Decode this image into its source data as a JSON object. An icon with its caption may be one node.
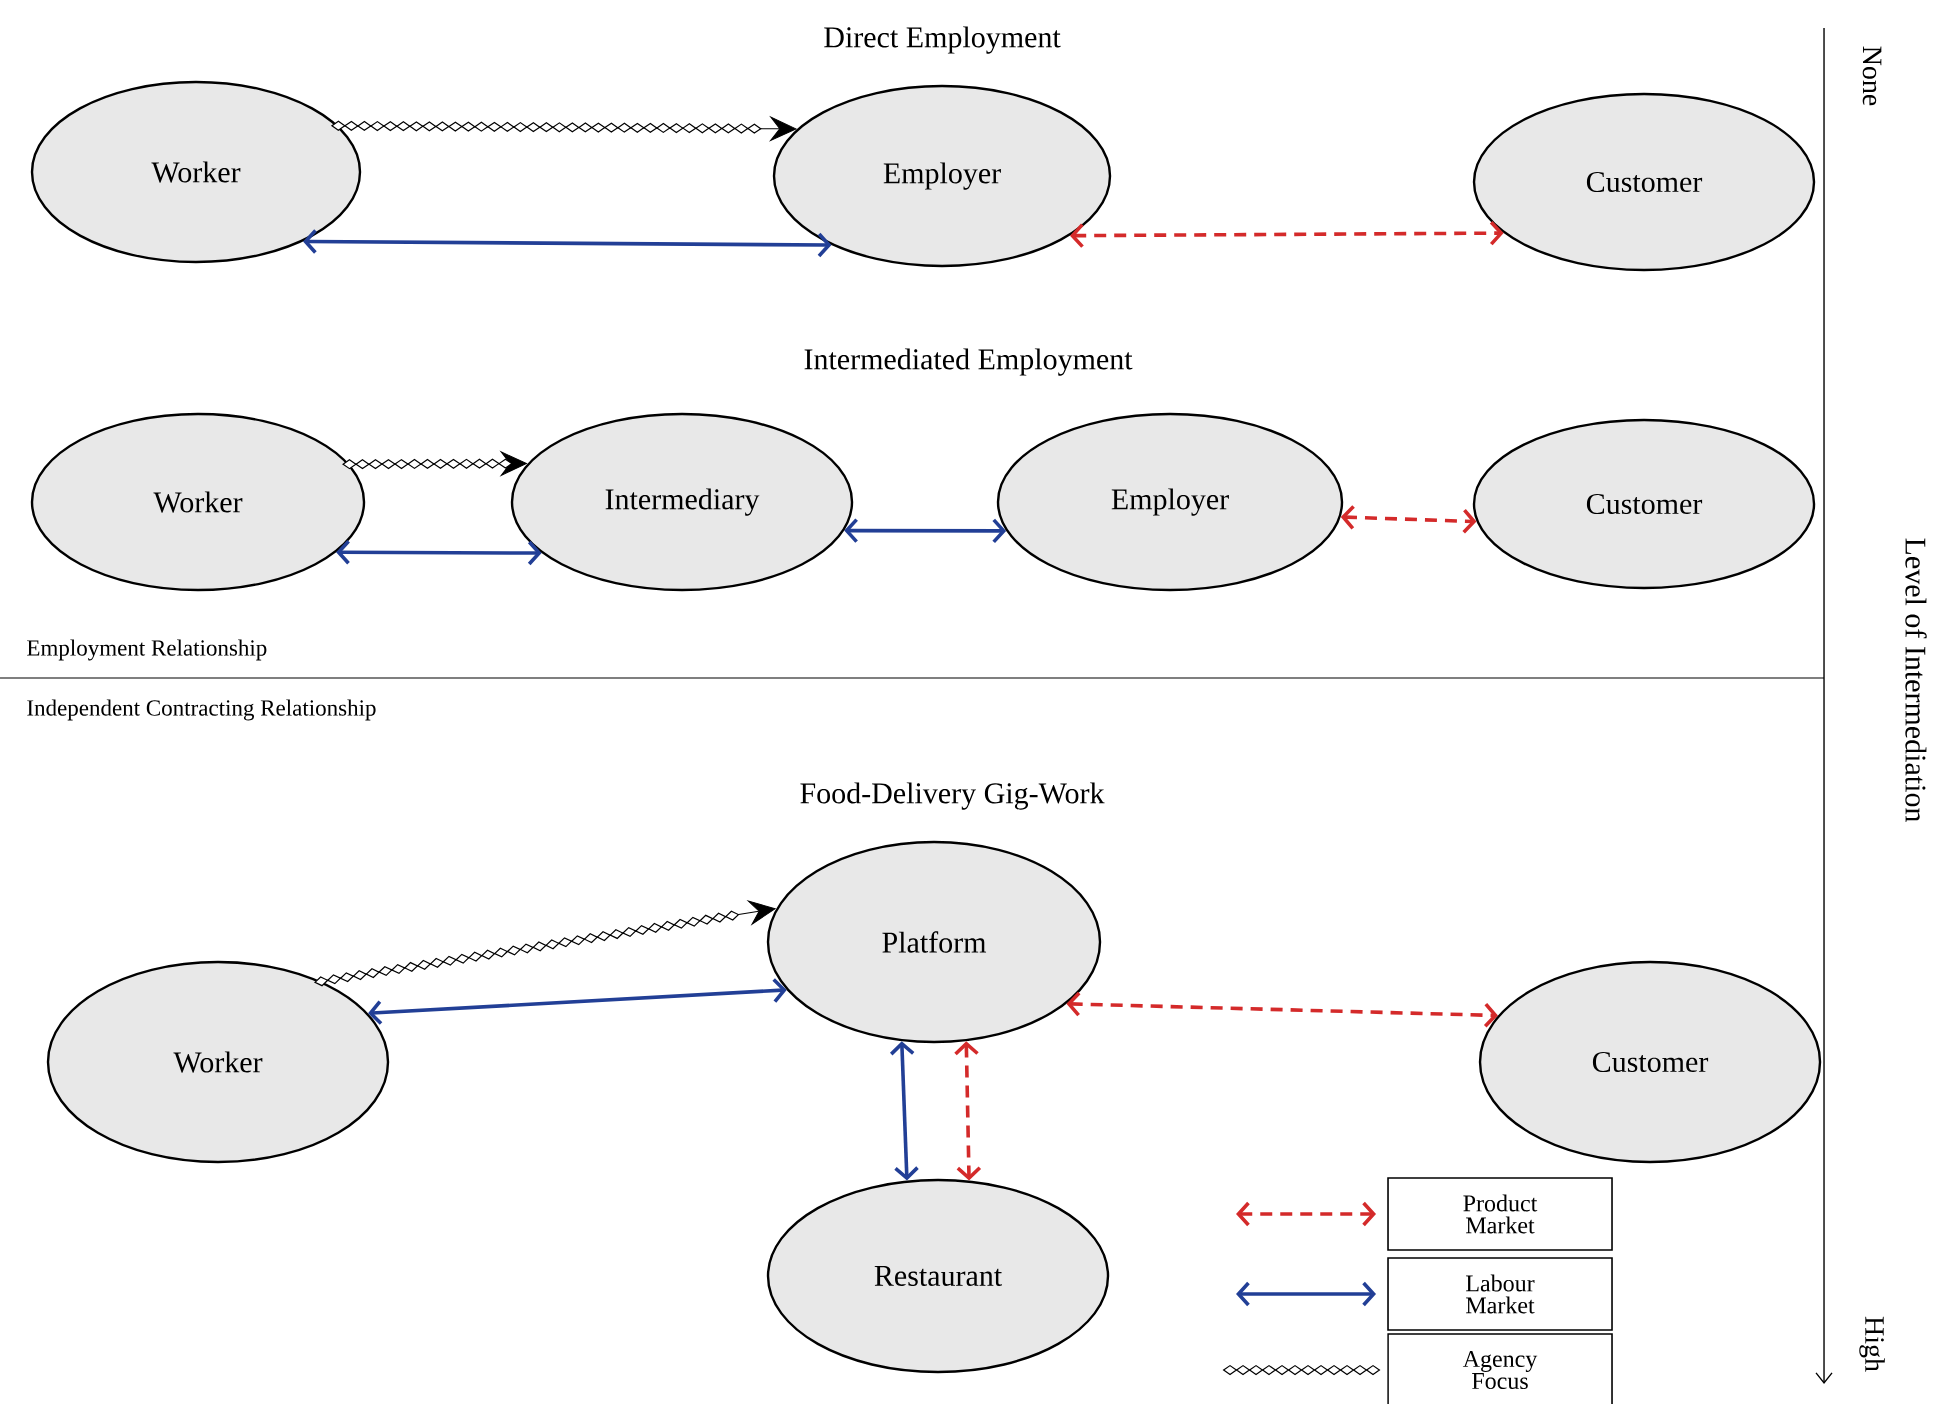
{
  "diagram": {
    "nodes": [
      {
        "text": [
          "Worker"
        ]
      },
      {
        "text": [
          "Employer"
        ]
      },
      {
        "text": [
          "Customer"
        ]
      },
      {
        "text": [
          "Worker"
        ]
      },
      {
        "text": [
          "Intermediary"
        ]
      },
      {
        "text": [
          "Employer"
        ]
      },
      {
        "text": [
          "Customer"
        ]
      },
      {
        "text": [
          "Platform"
        ]
      },
      {
        "text": [
          "Worker"
        ]
      },
      {
        "text": [
          "Customer"
        ]
      },
      {
        "text": [
          "Restaurant"
        ]
      }
    ],
    "edges": [
      {
        "from": 0,
        "to": 1,
        "arrow": "to",
        "color": "#000000"
      },
      {
        "from": 0,
        "to": 1,
        "arrow": "both"
      },
      {
        "from": 1,
        "to": 2,
        "arrow": "both",
        "style": "dashed",
        "color": "#d42a2a"
      },
      {
        "from": 3,
        "to": 4,
        "arrow": "to",
        "color": "#000000"
      },
      {
        "from": 3,
        "to": 4,
        "arrow": "both"
      },
      {
        "from": 4,
        "to": 5,
        "arrow": "both"
      },
      {
        "from": 5,
        "to": 6,
        "arrow": "both",
        "style": "dashed",
        "color": "#d42a2a"
      },
      {
        "from": 8,
        "to": 7,
        "arrow": "to",
        "color": "#000000"
      },
      {
        "from": 8,
        "to": 7,
        "arrow": "both"
      },
      {
        "from": 7,
        "to": 9,
        "arrow": "both",
        "style": "dashed",
        "color": "#d42a2a"
      },
      {
        "from": 7,
        "to": 10,
        "arrow": "both"
      },
      {
        "from": 7,
        "to": 10,
        "arrow": "both",
        "style": "dashed",
        "color": "#d42a2a"
      }
    ],
    "labels": [
      "Direct Employment",
      "Intermediated Employment",
      "Employment Relationship",
      "Independent Contracting Relationship",
      "Food-Delivery Gig-Work",
      "None",
      "Level of Intermediation",
      "High"
    ],
    "legend": [
      {
        "text": "Product Market"
      },
      {
        "text": "Labour Market"
      },
      {
        "text": "Agency Focus"
      }
    ]
  }
}
